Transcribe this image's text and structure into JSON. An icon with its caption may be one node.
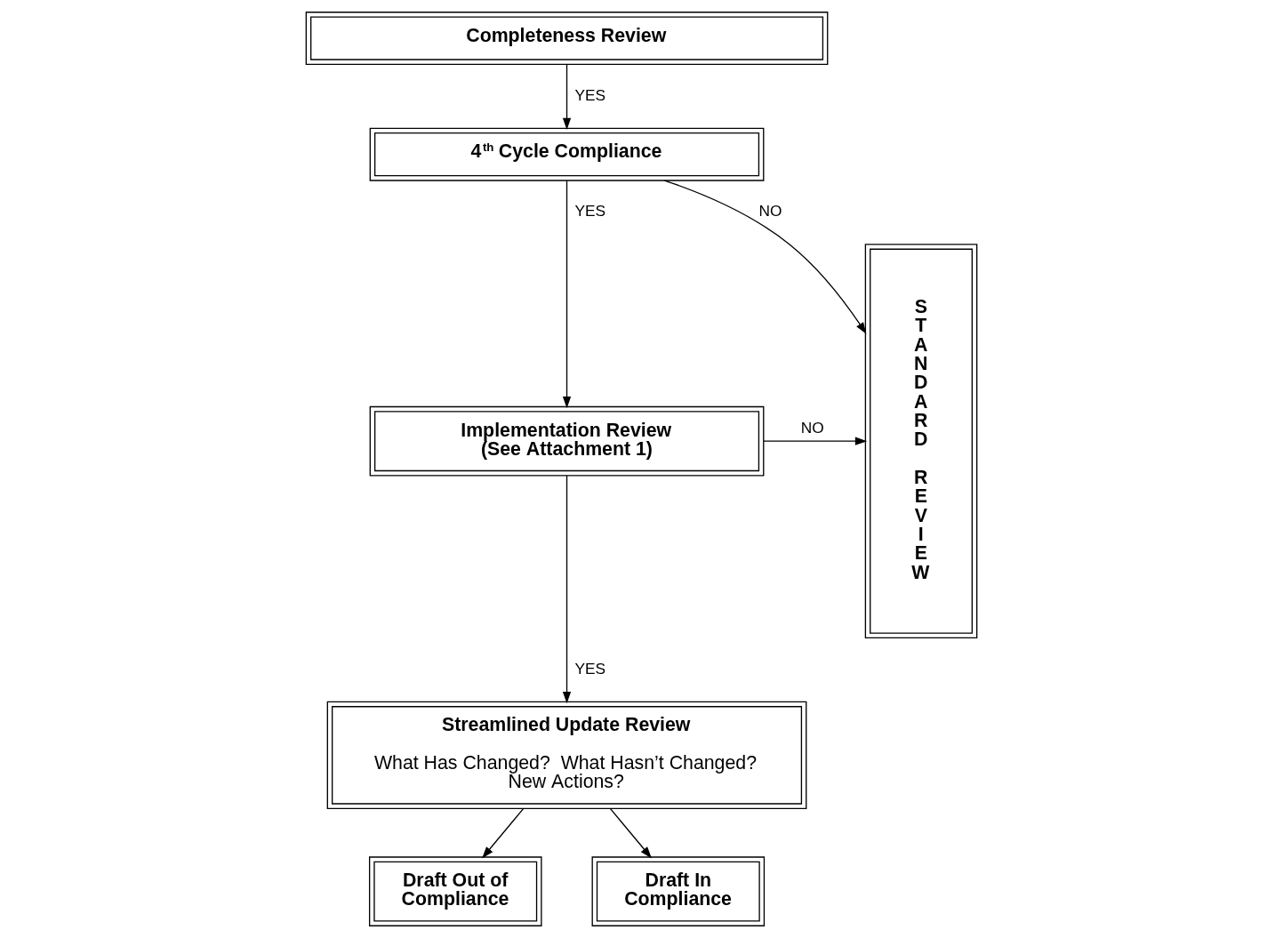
{
  "diagram": {
    "nodes": [
      {
        "text": [
          "Completeness Review"
        ]
      },
      {
        "text": [
          "4$^{th}$ Cycle Compliance"
        ]
      },
      {
        "text": [
          "Implementation Review",
          "(See Attachment 1)"
        ]
      },
      {
        "text": [
          "Streamlined Update Review",
          "What Has Changed?  What Hasn’t Changed? New Actions?"
        ]
      },
      {
        "text": [
          "Draft Out of Compliance"
        ]
      },
      {
        "text": [
          "Draft In Compliance"
        ]
      },
      {
        "text": [
          "STANDARD REVIEW"
        ]
      }
    ],
    "edges": [
      {
        "from": 0,
        "to": 1,
        "arrow": "to",
        "label": "YES"
      },
      {
        "from": 1,
        "to": 6,
        "arrow": "to",
        "label": "NO"
      },
      {
        "from": 1,
        "to": 2,
        "arrow": "to",
        "label": "YES"
      },
      {
        "from": 2,
        "to": 6,
        "arrow": "to",
        "label": "NO"
      },
      {
        "from": 2,
        "to": 3,
        "arrow": "to",
        "label": "YES"
      },
      {
        "from": 3,
        "to": 4,
        "arrow": "to"
      },
      {
        "from": 3,
        "to": 5,
        "arrow": "to"
      }
    ]
  }
}
